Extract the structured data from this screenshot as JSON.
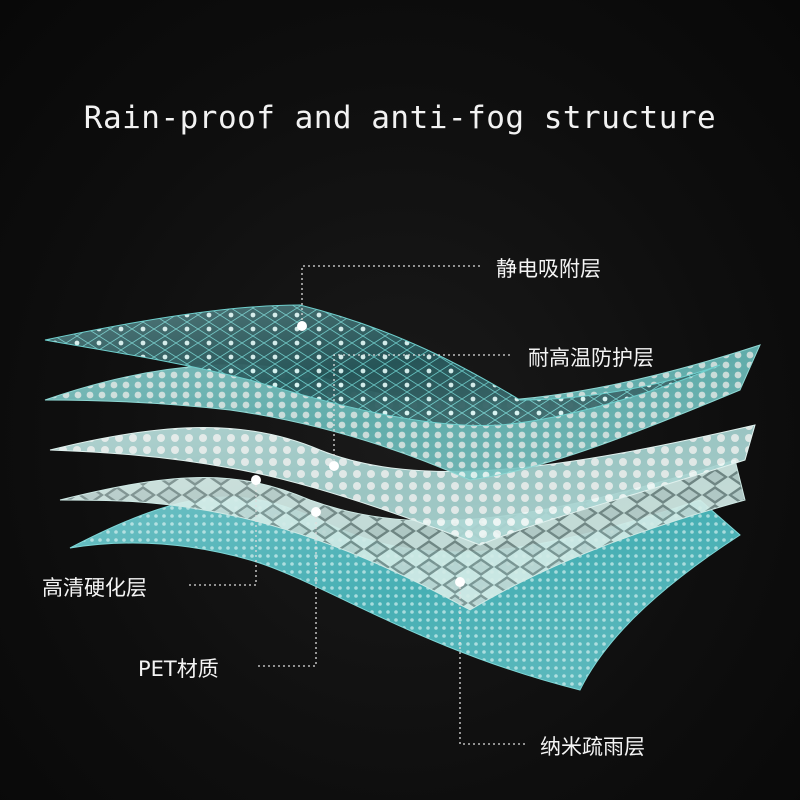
{
  "title": "Rain-proof and anti-fog structure",
  "layers": [
    {
      "id": "static",
      "label": "静电吸附层"
    },
    {
      "id": "heat",
      "label": "耐高温防护层"
    },
    {
      "id": "hd",
      "label": "高清硬化层"
    },
    {
      "id": "pet",
      "label": "PET材质"
    },
    {
      "id": "rain",
      "label": "纳米疏雨层"
    }
  ],
  "colors": {
    "background": "#0e0e0e",
    "film_teal": "#4fc7c6",
    "film_light": "#bfe9e6",
    "leader_line": "#dddddd",
    "text": "#f4f4f4"
  }
}
